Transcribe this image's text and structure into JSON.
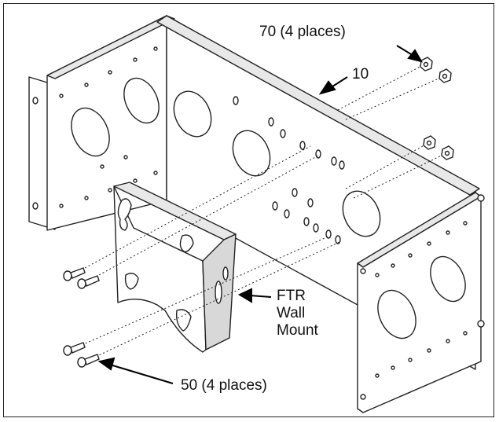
{
  "labels": {
    "nut_callout": "70 (4 places)",
    "bracket_callout": "10",
    "mount_line1": "FTR",
    "mount_line2": "Wall",
    "mount_line3": "Mount",
    "bolt_callout": "50 (4 places)"
  },
  "colors": {
    "line": "#222222",
    "fill": "#ffffff",
    "shade": "#d8d8d8"
  }
}
